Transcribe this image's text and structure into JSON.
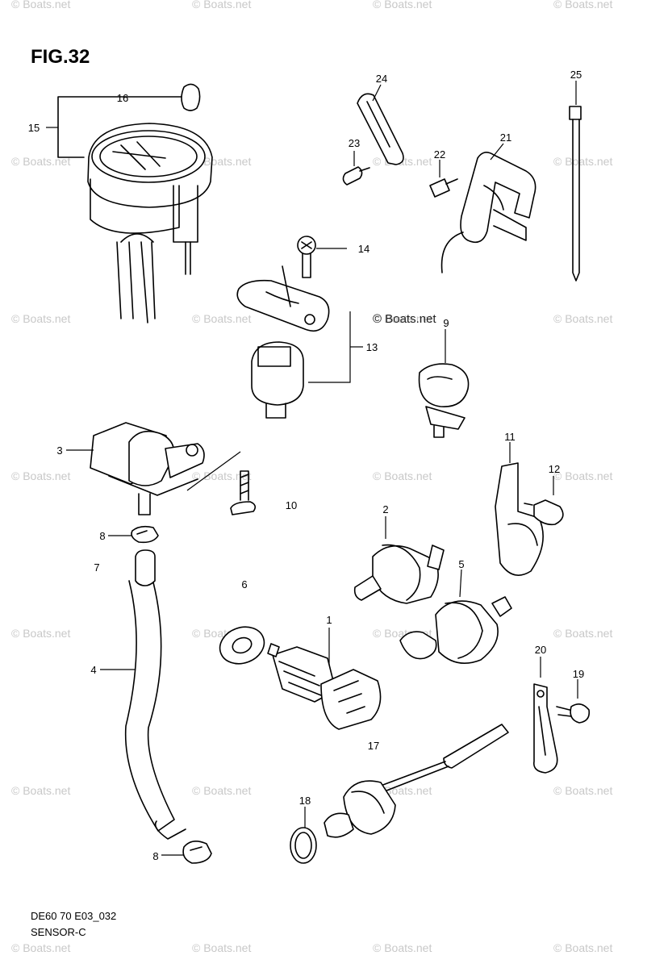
{
  "figure": {
    "title": "FIG.32"
  },
  "watermarks": {
    "text": "© Boats.net",
    "center_text": "© Boats.net"
  },
  "callouts": [
    "16",
    "15",
    "24",
    "25",
    "23",
    "22",
    "21",
    "14",
    "13",
    "9",
    "3",
    "11",
    "12",
    "10",
    "8",
    "2",
    "7",
    "6",
    "5",
    "1",
    "4",
    "20",
    "19",
    "17",
    "18",
    "8"
  ],
  "footer": {
    "model_code": "DE60 70 E03_032",
    "section": "SENSOR-C"
  }
}
